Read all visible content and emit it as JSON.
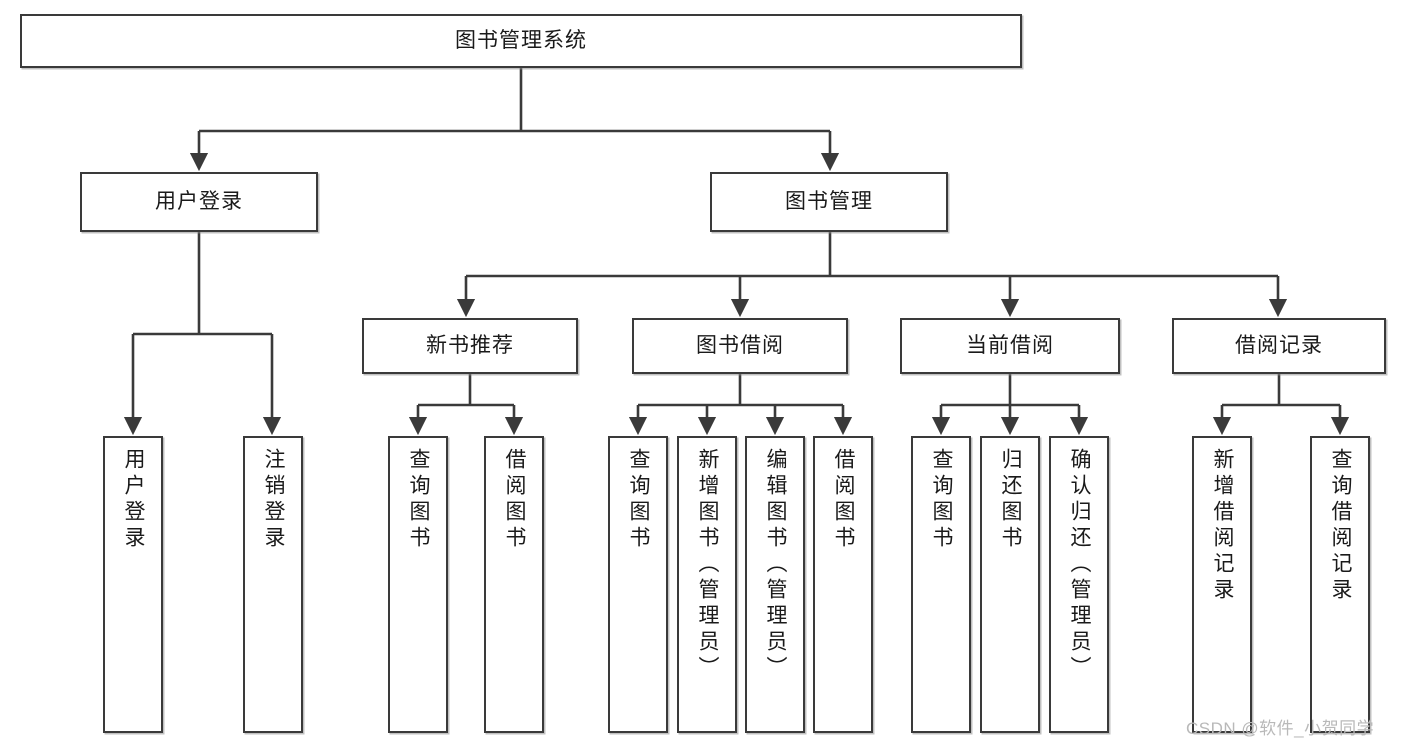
{
  "diagram": {
    "type": "tree-hierarchy",
    "title": "图书管理系统",
    "watermark": "CSDN @软件_小贺同学",
    "levels": {
      "root": {
        "label": "图书管理系统"
      },
      "level2": [
        {
          "id": "user-login",
          "label": "用户登录"
        },
        {
          "id": "book-management",
          "label": "图书管理"
        }
      ],
      "level3": [
        {
          "id": "new-book-recommend",
          "label": "新书推荐",
          "parent": "book-management"
        },
        {
          "id": "book-borrow",
          "label": "图书借阅",
          "parent": "book-management"
        },
        {
          "id": "current-borrow",
          "label": "当前借阅",
          "parent": "book-management"
        },
        {
          "id": "borrow-record",
          "label": "借阅记录",
          "parent": "book-management"
        }
      ],
      "leaves": [
        {
          "id": "leaf-user-login",
          "label": "用户登录",
          "parent": "user-login"
        },
        {
          "id": "leaf-user-logout",
          "label": "注销登录",
          "parent": "user-login"
        },
        {
          "id": "leaf-query-book-1",
          "label": "查询图书",
          "parent": "new-book-recommend"
        },
        {
          "id": "leaf-borrow-book-1",
          "label": "借阅图书",
          "parent": "new-book-recommend"
        },
        {
          "id": "leaf-query-book-2",
          "label": "查询图书",
          "parent": "book-borrow"
        },
        {
          "id": "leaf-add-book",
          "label": "新增图书（管理员）",
          "parent": "book-borrow"
        },
        {
          "id": "leaf-edit-book",
          "label": "编辑图书（管理员）",
          "parent": "book-borrow"
        },
        {
          "id": "leaf-borrow-book-2",
          "label": "借阅图书",
          "parent": "book-borrow"
        },
        {
          "id": "leaf-query-book-3",
          "label": "查询图书",
          "parent": "current-borrow"
        },
        {
          "id": "leaf-return-book",
          "label": "归还图书",
          "parent": "current-borrow"
        },
        {
          "id": "leaf-confirm-return",
          "label": "确认归还（管理员）",
          "parent": "current-borrow"
        },
        {
          "id": "leaf-add-record",
          "label": "新增借阅记录",
          "parent": "borrow-record"
        },
        {
          "id": "leaf-query-record",
          "label": "查询借阅记录",
          "parent": "borrow-record"
        }
      ]
    },
    "colors": {
      "box_border": "#3a3a3a",
      "box_fill": "#ffffff",
      "connector": "#3a3a3a",
      "text": "#1a1a1a",
      "watermark": "#b9b9b9"
    }
  }
}
